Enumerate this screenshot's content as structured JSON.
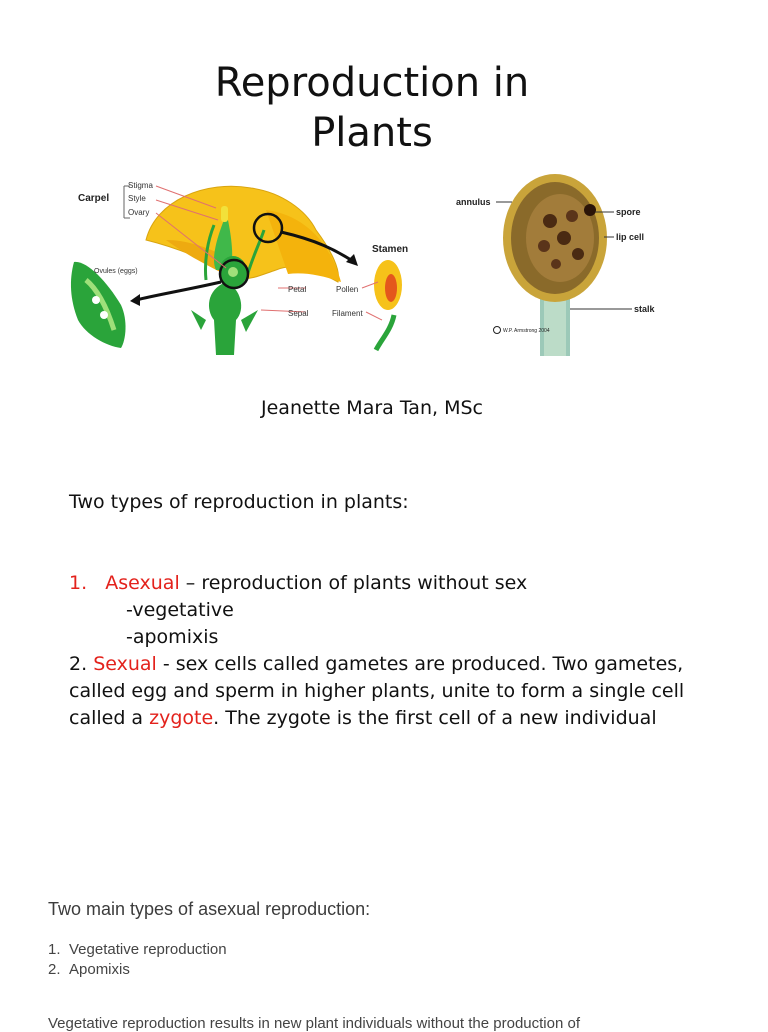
{
  "title": {
    "line1": "Reproduction in",
    "line2": "Plants"
  },
  "flower_labels": {
    "carpel": "Carpel",
    "stigma": "Stigma",
    "style": "Style",
    "ovary": "Ovary",
    "ovules": "Ovules (eggs)",
    "stamen": "Stamen",
    "petal": "Petal",
    "sepal": "Sepal",
    "pollen": "Pollen",
    "filament": "Filament"
  },
  "sporangium_labels": {
    "annulus": "annulus",
    "spore": "spore",
    "lip_cell": "lip cell",
    "stalk": "stalk",
    "credit": "W.P. Armstrong 2004"
  },
  "author": "Jeanette Mara Tan, MSc",
  "intro": "Two types of reproduction in plants:",
  "item1": {
    "num": "1.",
    "term": "Asexual",
    "desc": " – reproduction of plants without sex"
  },
  "item1_sub": [
    "-vegetative",
    "-apomixis"
  ],
  "item2": {
    "num": "2.",
    "term": "Sexual",
    "desc1": " - sex cells called gametes are produced. Two gametes,",
    "desc2": "called egg and sperm in higher plants, unite to form a single cell",
    "desc3_pre": "called a ",
    "desc3_term": "zygote",
    "desc3_post": ". The zygote is the first cell of a new individual"
  },
  "section2_heading": "Two main types of asexual reproduction:",
  "section2_list": [
    {
      "num": "1.",
      "text": "Vegetative reproduction"
    },
    {
      "num": "2.",
      "text": "Apomixis"
    }
  ],
  "cut_line": "Vegetative reproduction results in new plant individuals without the production of",
  "colors": {
    "highlight": "#e3221c",
    "petal": "#f6c21a",
    "leaf": "#2aa43a"
  }
}
